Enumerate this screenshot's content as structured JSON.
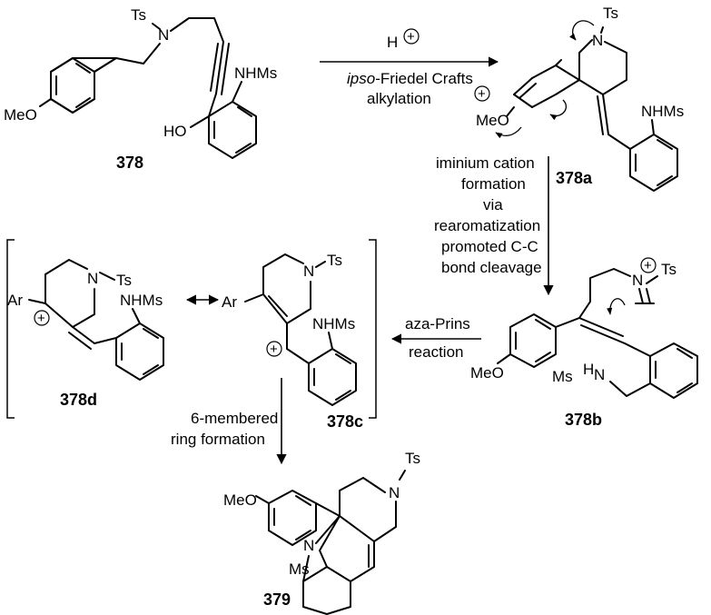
{
  "compounds": {
    "c378": "378",
    "c378a": "378a",
    "c378b": "378b",
    "c378c": "378c",
    "c378d": "378d",
    "c379": "379"
  },
  "atoms": {
    "ts": "Ts",
    "n": "N",
    "meo": "MeO",
    "ho": "HO",
    "nhms": "NHMs",
    "ms": "Ms",
    "h": "H",
    "ar": "Ar",
    "plus": "+"
  },
  "conditions": {
    "step1_reagent": "H",
    "step1_line1_italic": "ipso",
    "step1_line1_rest": "-Friedel Crafts",
    "step1_line2": "alkylation",
    "step2_lines": [
      "iminium cation",
      "formation",
      "via",
      "rearomatization",
      "promoted C-C",
      "bond cleavage"
    ],
    "step3_lines": [
      "aza-Prins",
      "reaction"
    ],
    "step4_lines": [
      "6-membered",
      "ring formation"
    ]
  },
  "colors": {
    "ink": "#000000",
    "background": "#ffffff"
  }
}
